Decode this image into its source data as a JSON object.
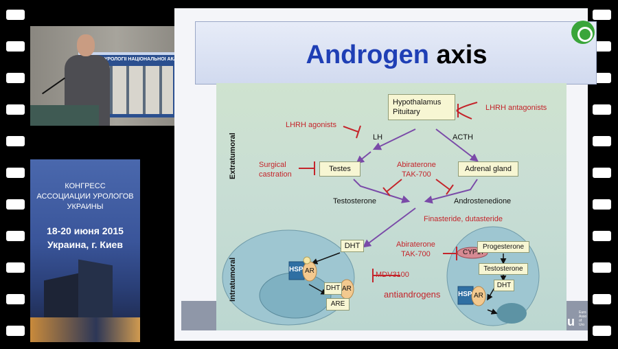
{
  "camera": {
    "banner_text": "ІНСТИТУТ УРОЛОГІЇ НАЦІОНАЛЬНОЇ  АКАДЕМІ"
  },
  "congress": {
    "title_lines": [
      "КОНГРЕСС",
      "АССОЦИАЦИИ УРОЛОГОВ",
      "УКРАИНЫ"
    ],
    "date": "18-20 июня 2015",
    "city": "Украина, г. Киев"
  },
  "slide": {
    "title_word1": "Androgen",
    "title_word2": "axis",
    "footer_text": "u",
    "footer_small": "Euro Asso of Uro",
    "figure": {
      "extratumoral": "Extratumoral",
      "intratumoral": "Intratumoral",
      "hypothalamus_line1": "Hypothalamus",
      "hypothalamus_line2": "Pituitary",
      "lhrh_antagonists": "LHRH antagonists",
      "lhrh_agonists": "LHRH agonists",
      "lh": "LH",
      "acth": "ACTH",
      "surgical_line1": "Surgical",
      "surgical_line2": "castration",
      "testes": "Testes",
      "abiraterone": "Abiraterone",
      "tak700": "TAK-700",
      "adrenal": "Adrenal gland",
      "testosterone": "Testosterone",
      "androstenedione": "Androstenedione",
      "finasteride": "Finasteride, dutasteride",
      "dht": "DHT",
      "hsp": "HSP",
      "ar": "AR",
      "are": "ARE",
      "mdv3100": "MDV3100",
      "antiandrogens": "antiandrogens",
      "abiraterone2": "Abiraterone",
      "tak700_2": "TAK-700",
      "cyp17": "CYP17",
      "progesterone": "Progesterone",
      "testosterone2": "Testosterone",
      "dht2": "DHT",
      "hsp2": "HSP",
      "ar2": "AR"
    }
  },
  "colors": {
    "title_blue": "#1f3fb5",
    "inhibitor_red": "#c4242a",
    "arrow_purple": "#7a4aa8",
    "figure_bg": "#c9ded4"
  }
}
